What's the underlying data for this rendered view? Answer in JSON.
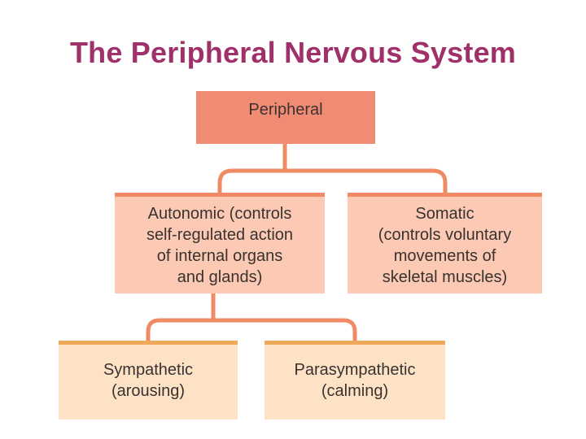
{
  "title": "The Peripheral Nervous System",
  "nodes": {
    "peripheral": "Peripheral",
    "autonomic": "Autonomic (controls\nself-regulated action\nof internal organs\nand glands)",
    "somatic": "Somatic\n(controls voluntary\nmovements of\nskeletal muscles)",
    "sympathetic": "Sympathetic\n(arousing)",
    "parasympathetic": "Parasympathetic\n(calming)"
  },
  "colors": {
    "title": "#a0306a",
    "peripheral_fill": "#f28b74",
    "level2_fill": "#fbc9b4",
    "level2_border": "#f08a64",
    "level3_fill": "#fde2c6",
    "level3_border": "#f0a85a",
    "connector": "#f08a64"
  },
  "edges": [
    {
      "from": "peripheral",
      "to": "autonomic"
    },
    {
      "from": "peripheral",
      "to": "somatic"
    },
    {
      "from": "autonomic",
      "to": "sympathetic"
    },
    {
      "from": "autonomic",
      "to": "parasympathetic"
    }
  ]
}
